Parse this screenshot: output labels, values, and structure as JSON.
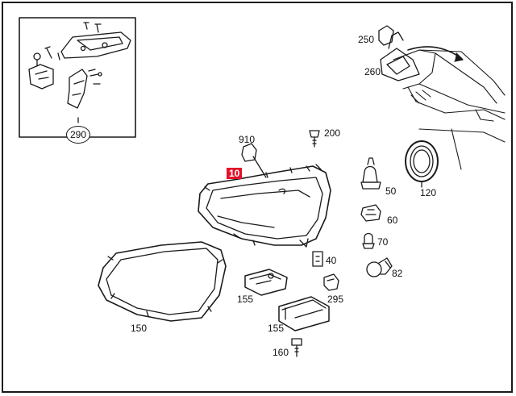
{
  "parts": {
    "p290": "290",
    "p250": "250",
    "p260": "260",
    "p910": "910",
    "p200": "200",
    "p10": "10",
    "p50": "50",
    "p120": "120",
    "p60": "60",
    "p70": "70",
    "p40": "40",
    "p82": "82",
    "p155a": "155",
    "p295": "295",
    "p150": "150",
    "p155b": "155",
    "p160": "160"
  },
  "colors": {
    "highlight": "#e5122a",
    "line": "#1a1a1a"
  }
}
